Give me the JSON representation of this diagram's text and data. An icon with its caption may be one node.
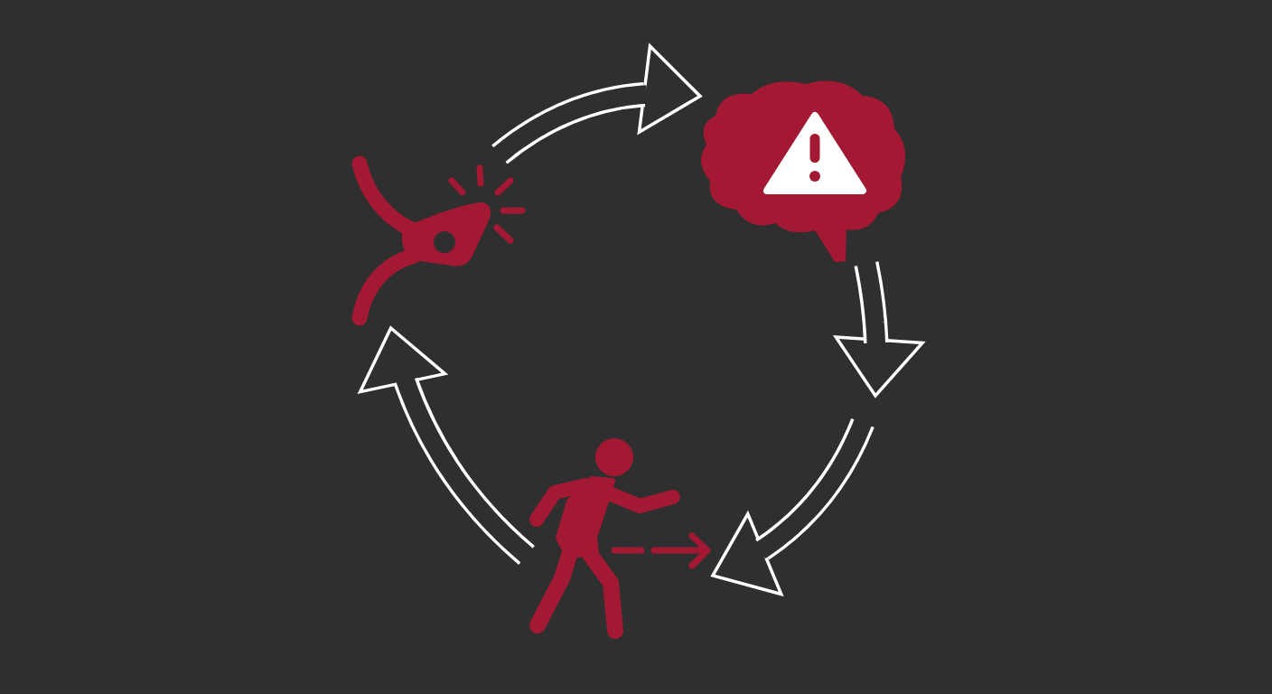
{
  "diagram": {
    "nodes": [
      {
        "text": [],
        "shape": "picture"
      },
      {
        "text": [],
        "shape": "picture"
      },
      {
        "text": [],
        "shape": "picture"
      }
    ],
    "edges": [
      {
        "from": 0,
        "to": 1,
        "arrow": "to"
      },
      {
        "from": 1,
        "to": null,
        "arrow": "to"
      },
      {
        "from": null,
        "to": 2,
        "arrow": "to"
      },
      {
        "from": 2,
        "to": 0,
        "arrow": "to"
      }
    ]
  }
}
